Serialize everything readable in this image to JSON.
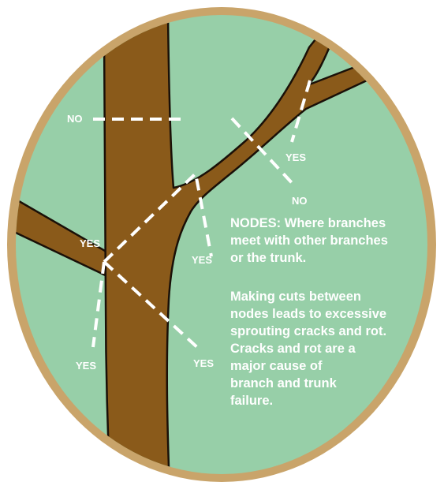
{
  "colors": {
    "background_fill": "#97cfa8",
    "rim": "#c9a46a",
    "wood": "#8a5a1a",
    "outline": "#1a1008",
    "cut_lines": "#ffffff",
    "text": "#ffffff"
  },
  "cut_labels": {
    "top_left": "NO",
    "upper_branch_yes": "YES",
    "upper_branch_no": "NO",
    "left_crotch": "YES",
    "middle_crotch": "YES",
    "lower_left": "YES",
    "lower_right": "YES"
  },
  "note": {
    "line1": "NODES: Where branches",
    "line2": "meet with other branches",
    "line3": "or the trunk.",
    "line4": "Making cuts between",
    "line5": "nodes leads to excessive",
    "line6": "sprouting cracks and rot.",
    "line7": "Cracks and rot are a",
    "line8": "major cause of",
    "line9": "branch and trunk",
    "line10": "failure."
  }
}
